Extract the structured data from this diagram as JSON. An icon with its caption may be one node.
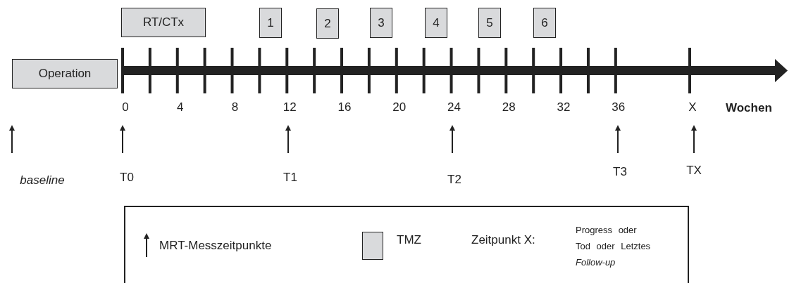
{
  "diagram": {
    "nodes": [
      {
        "text": [
          "Operation"
        ]
      },
      {
        "text": [
          "RT/CTx"
        ]
      },
      {
        "text": [
          "1"
        ]
      },
      {
        "text": [
          "2"
        ]
      },
      {
        "text": [
          "3"
        ]
      },
      {
        "text": [
          "4"
        ]
      },
      {
        "text": [
          "5"
        ]
      },
      {
        "text": [
          "6"
        ]
      }
    ],
    "edges": [],
    "labels": [
      "0",
      "4",
      "8",
      "12",
      "16",
      "20",
      "24",
      "28",
      "32",
      "36",
      "X",
      "Wochen",
      "baseline",
      "T0",
      "T1",
      "T2",
      "T3",
      "TX",
      "Zeitpunkt X:",
      "Progress oder Tod oder Letztes *Follow-up*"
    ],
    "legend": [
      {
        "text": "MRT-Messzeitpunkte"
      },
      {
        "text": "TMZ",
        "color": "#d9dadc"
      }
    ]
  }
}
